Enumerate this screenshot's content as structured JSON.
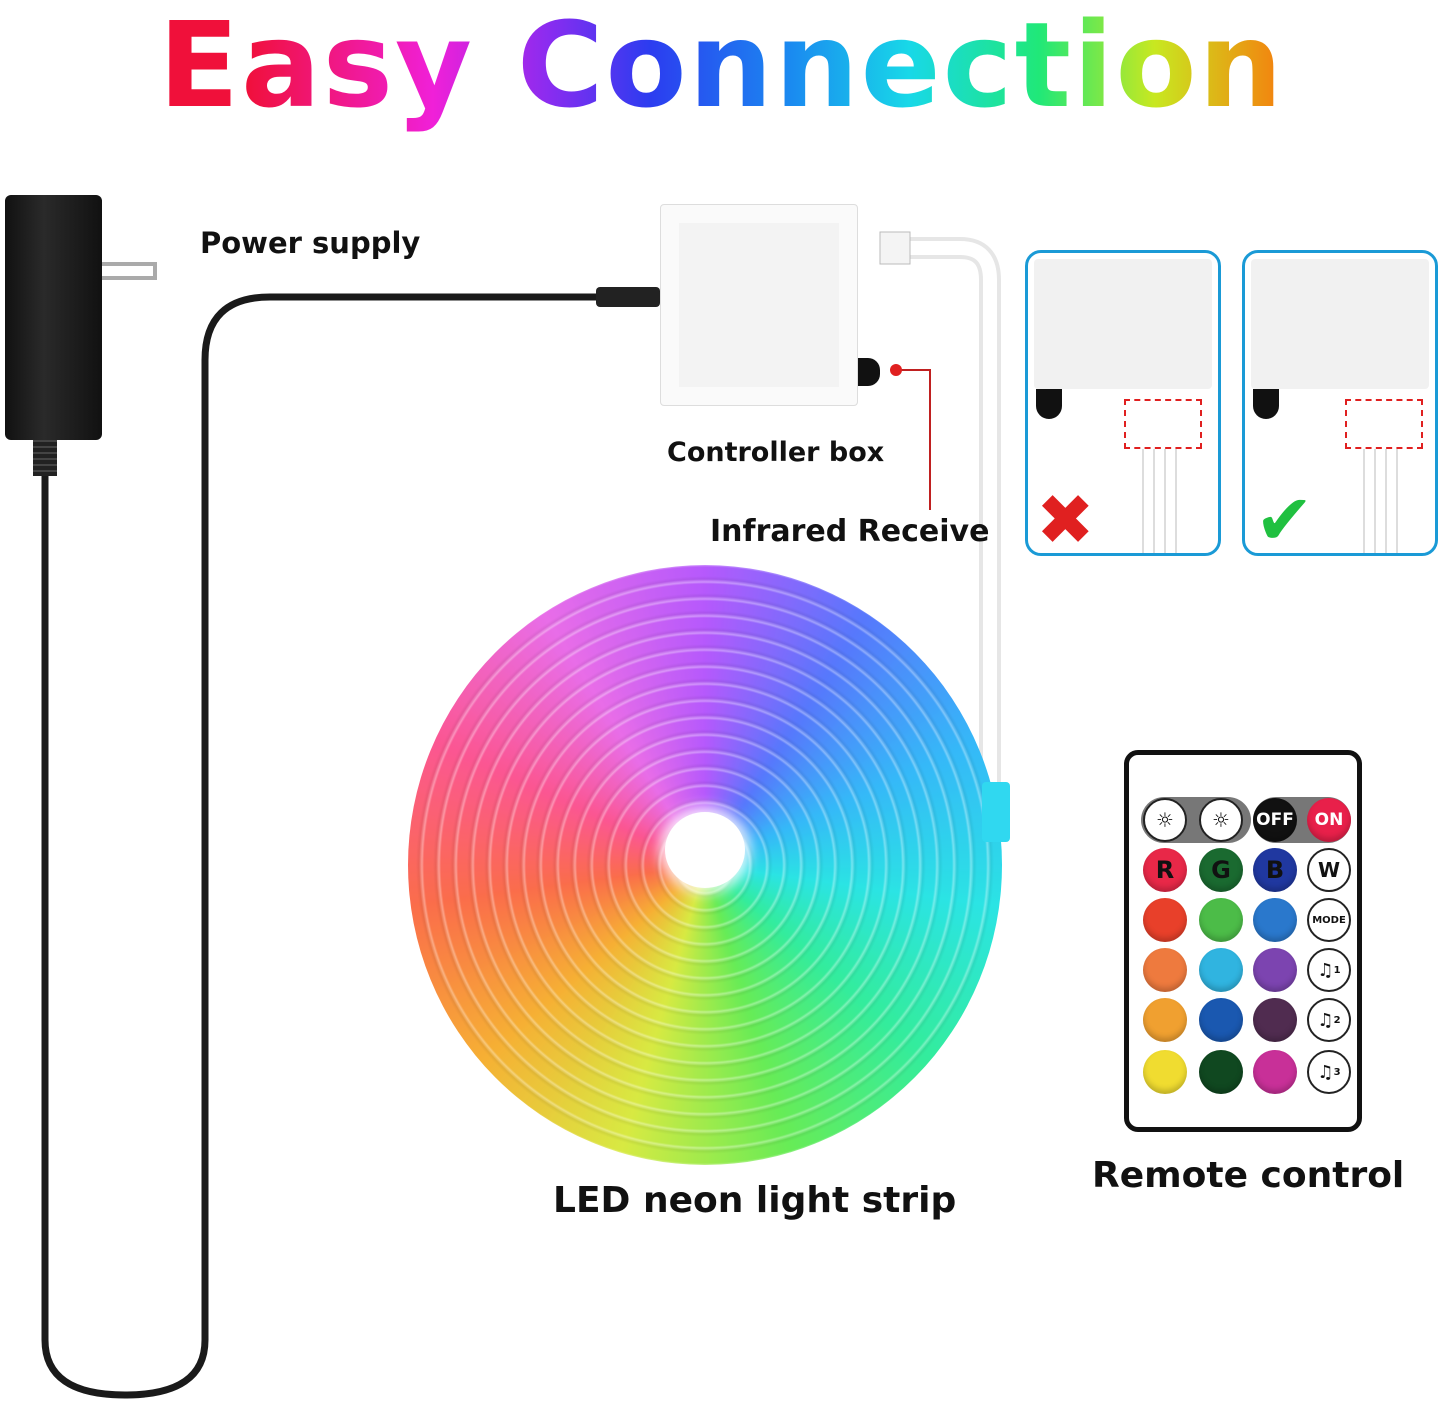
{
  "title": "Easy Connection",
  "labels": {
    "power_supply": "Power supply",
    "controller_box": "Controller box",
    "infrared_receive": "Infrared Receive",
    "led_strip": "LED neon light strip",
    "remote_control": "Remote control"
  },
  "remote": {
    "off": "OFF",
    "on": "ON",
    "r": "R",
    "g": "G",
    "b": "B",
    "w": "W",
    "mode": "MODE",
    "music1": "1",
    "music2": "2",
    "music3": "3",
    "colors": [
      "#e8402a",
      "#4cbc48",
      "#2a78cc",
      "#ee7a3e",
      "#30b4e0",
      "#7c44b0",
      "#f0a030",
      "#1a58b0",
      "#502c50",
      "#f0dc30",
      "#104820",
      "#c83098"
    ]
  },
  "insets": [
    {
      "status": "wrong",
      "mark_color": "#e02020"
    },
    {
      "status": "correct",
      "mark_color": "#20c040"
    }
  ],
  "colors": {
    "inset_border": "#1a9ad6",
    "cable": "#1a1a1a",
    "infrared_dot": "#e02020"
  }
}
